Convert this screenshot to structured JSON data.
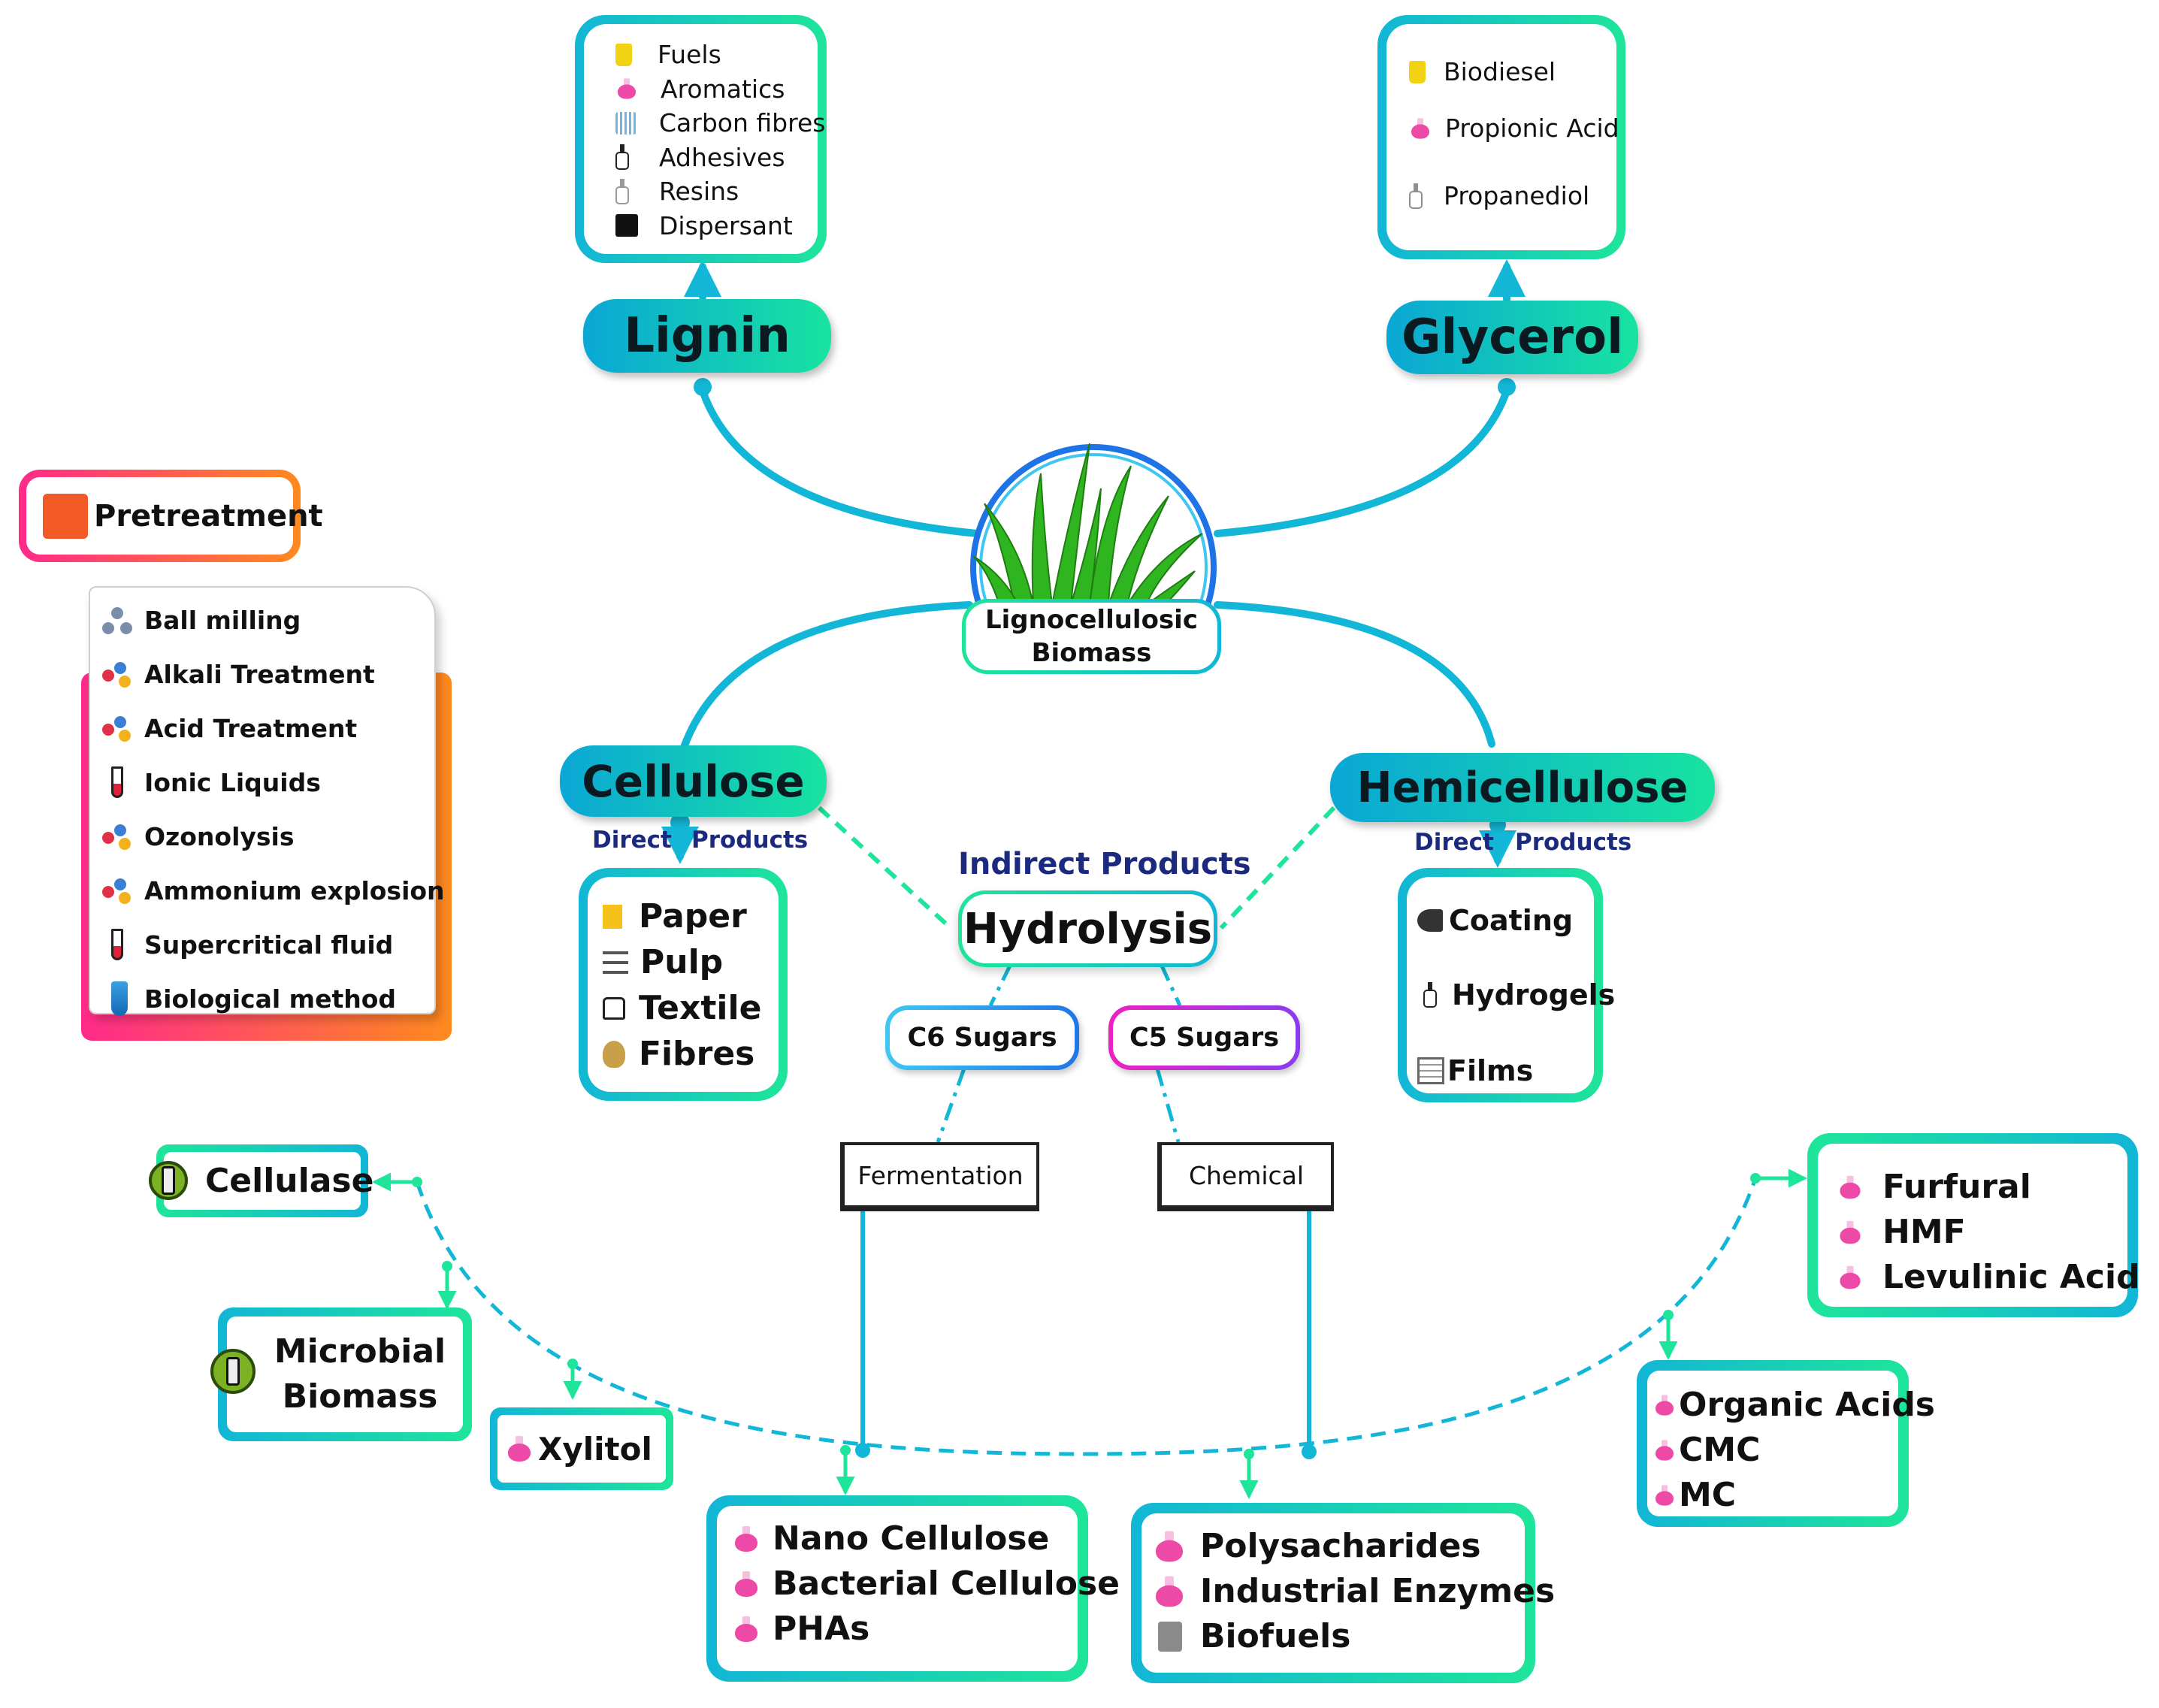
{
  "center": {
    "line1": "Lignocellulosic",
    "line2": "Biomass"
  },
  "lignin": {
    "title": "Lignin",
    "products": [
      {
        "label": "Fuels",
        "icon": "fuel-can-icon"
      },
      {
        "label": "Aromatics",
        "icon": "flask-icon"
      },
      {
        "label": "Carbon fibres",
        "icon": "carbon-fibre-icon"
      },
      {
        "label": "Adhesives",
        "icon": "bottle-icon"
      },
      {
        "label": "Resins",
        "icon": "resin-bottle-icon"
      },
      {
        "label": "Dispersant",
        "icon": "dispersant-icon"
      }
    ]
  },
  "glycerol": {
    "title": "Glycerol",
    "products": [
      {
        "label": "Biodiesel",
        "icon": "fuel-can-icon"
      },
      {
        "label": "Propionic Acid",
        "icon": "flask-icon"
      },
      {
        "label": "Propanediol",
        "icon": "bottle-icon"
      }
    ]
  },
  "cellulose": {
    "title": "Cellulose",
    "direct_label_1": "Direct",
    "direct_label_2": "Products",
    "products": [
      {
        "label": "Paper",
        "icon": "paper-icon"
      },
      {
        "label": "Pulp",
        "icon": "layers-icon"
      },
      {
        "label": "Textile",
        "icon": "shirt-icon"
      },
      {
        "label": "Fibres",
        "icon": "fibre-ball-icon"
      }
    ]
  },
  "hemicellulose": {
    "title": "Hemicellulose",
    "direct_label_1": "Direct",
    "direct_label_2": "Products",
    "products": [
      {
        "label": "Coating",
        "icon": "spray-icon"
      },
      {
        "label": "Hydrogels",
        "icon": "bottle-icon"
      },
      {
        "label": "Films",
        "icon": "film-icon"
      }
    ]
  },
  "pretreatment": {
    "title": "Pretreatment",
    "methods": [
      {
        "label": "Ball milling",
        "icon": "ball-mill-icon"
      },
      {
        "label": "Alkali Treatment",
        "icon": "molecule-icon"
      },
      {
        "label": "Acid Treatment",
        "icon": "molecule-icon"
      },
      {
        "label": "Ionic Liquids",
        "icon": "test-tube-icon"
      },
      {
        "label": "Ozonolysis",
        "icon": "molecule-icon"
      },
      {
        "label": "Ammonium explosion",
        "icon": "molecule-icon"
      },
      {
        "label": "Supercritical fluid",
        "icon": "test-tube-icon"
      },
      {
        "label": "Biological method",
        "icon": "bio-tube-icon"
      }
    ]
  },
  "indirect_products_label": "Indirect Products",
  "hydrolysis": "Hydrolysis",
  "c6_sugars": "C6 Sugars",
  "c5_sugars": "C5 Sugars",
  "fermentation": "Fermentation",
  "chemical": "Chemical",
  "cellulase": "Cellulase",
  "microbial_biomass": {
    "line1": "Microbial",
    "line2": "Biomass"
  },
  "xylitol": "Xylitol",
  "fermentation_products": [
    "Nano Cellulose",
    "Bacterial Cellulose",
    "PHAs"
  ],
  "chemical_products": [
    {
      "label": "Polysacharides",
      "icon": "flask-icon"
    },
    {
      "label": "Industrial Enzymes",
      "icon": "flask-icon"
    },
    {
      "label": "Biofuels",
      "icon": "fuel-pump-icon"
    }
  ],
  "furans": [
    "Furfural",
    "HMF",
    "Levulinic Acid"
  ],
  "acids": [
    "Organic Acids",
    "CMC",
    "MC"
  ],
  "colors": {
    "cyan": "#12b6d6",
    "green": "#1ee59a",
    "magenta": "#ec4aa6",
    "orange": "#ff8a1e",
    "navy": "#1b2a7e"
  }
}
